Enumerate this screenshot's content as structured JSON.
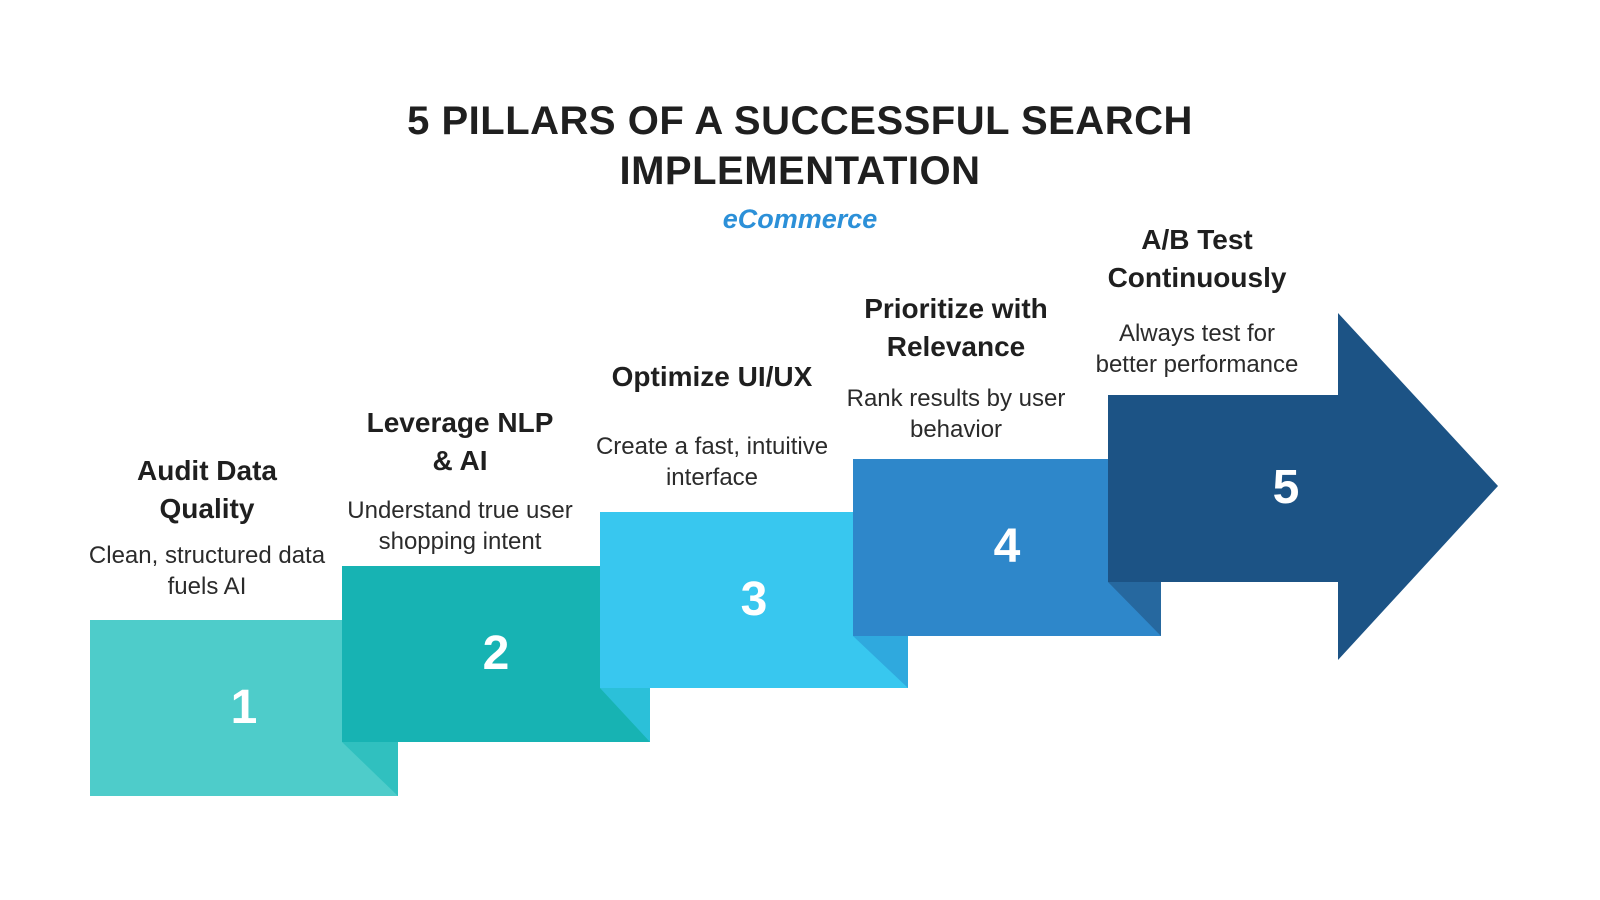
{
  "title": {
    "line1": "5 PILLARS OF A SUCCESSFUL SEARCH",
    "line2": "IMPLEMENTATION",
    "subtitle": "eCommerce",
    "subtitle_color": "#2C90D8",
    "text_color": "#1F1F1F"
  },
  "steps": [
    {
      "number": "1",
      "heading": [
        "Audit Data",
        "Quality"
      ],
      "desc": [
        "Clean, structured data",
        "fuels AI"
      ],
      "color": "#4ECCCA"
    },
    {
      "number": "2",
      "heading": [
        "Leverage NLP",
        "& AI"
      ],
      "desc": [
        "Understand true user",
        "shopping intent"
      ],
      "color": "#17B3B3",
      "fold_color": "#30C0BF"
    },
    {
      "number": "3",
      "heading": [
        "Optimize UI/UX"
      ],
      "desc": [
        "Create a fast, intuitive",
        "interface"
      ],
      "color": "#38C7EF",
      "fold_color": "#2BC0D9"
    },
    {
      "number": "4",
      "heading": [
        "Prioritize with",
        "Relevance"
      ],
      "desc": [
        "Rank results by user",
        "behavior"
      ],
      "color": "#2E87CA",
      "fold_color": "#2FA9DE"
    },
    {
      "number": "5",
      "heading": [
        "A/B Test",
        "Continuously"
      ],
      "desc": [
        "Always test for",
        "better performance"
      ],
      "color": "#1C5385",
      "fold_color": "#26689F"
    }
  ],
  "number_text_color": "#FFFFFF",
  "background_color": "#FFFFFF"
}
